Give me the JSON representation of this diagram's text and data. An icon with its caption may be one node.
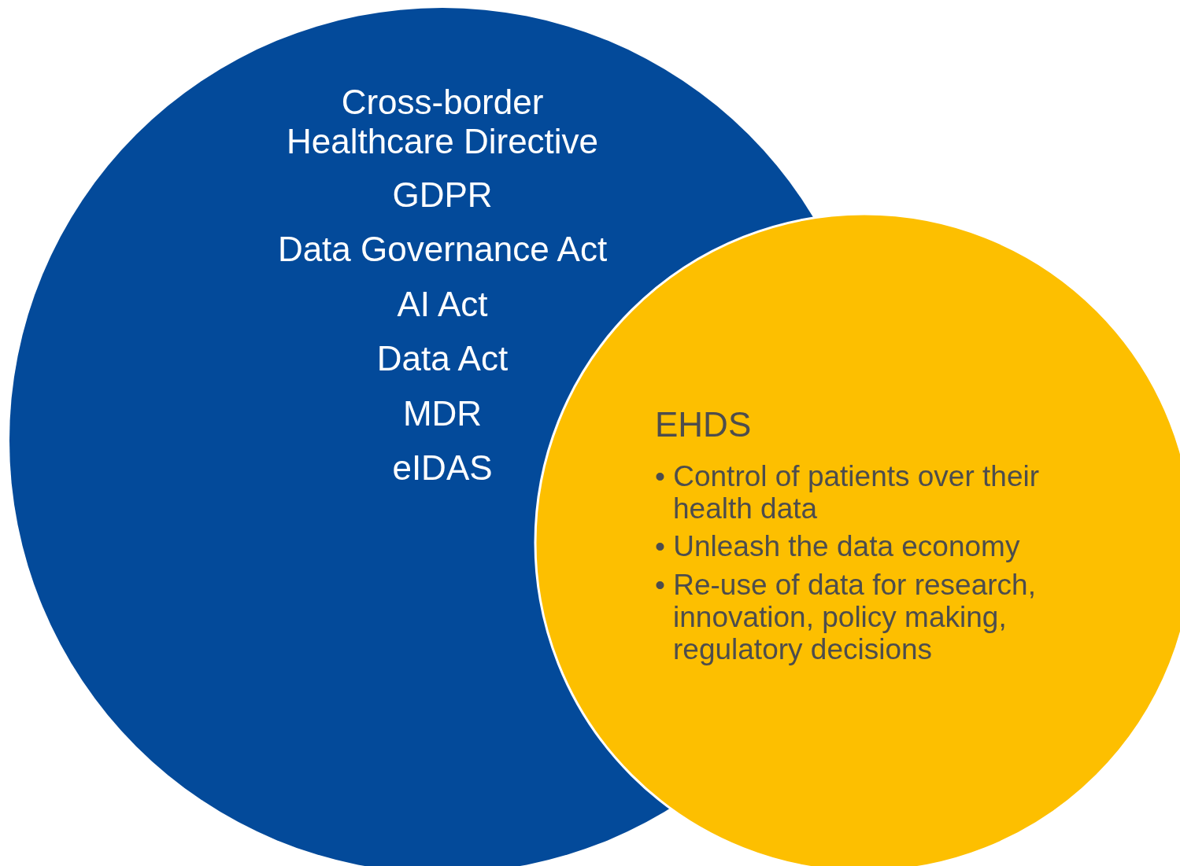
{
  "diagram": {
    "nodes": [
      {
        "text": [
          "Cross-border Healthcare Directive",
          "GDPR",
          "Data Governance Act",
          "AI Act",
          "Data Act",
          "MDR",
          "eIDAS"
        ]
      },
      {
        "text": [
          "EHDS",
          "• Control of patients over their health data",
          "• Unleash the data economy",
          "• Re-use of data for research, innovation, policy making, regulatory decisions"
        ]
      }
    ]
  }
}
